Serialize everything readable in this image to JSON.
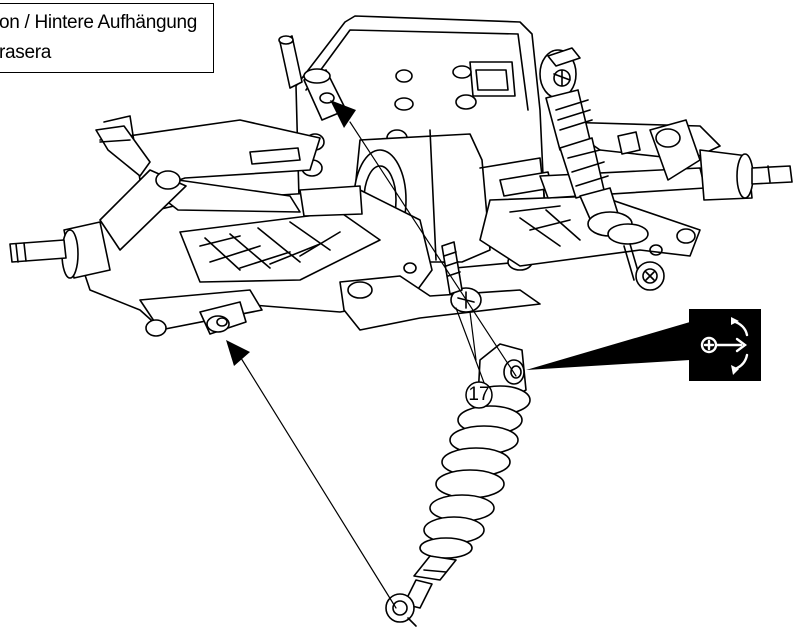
{
  "caption": {
    "line1": "on / Hintere Aufhängung",
    "line2": "rasera"
  },
  "callouts": [
    {
      "id": "screw",
      "label": "17"
    }
  ],
  "icons": {
    "adjust": "shock-preload-adjust-icon"
  },
  "colors": {
    "line": "#000000",
    "background": "#ffffff"
  }
}
